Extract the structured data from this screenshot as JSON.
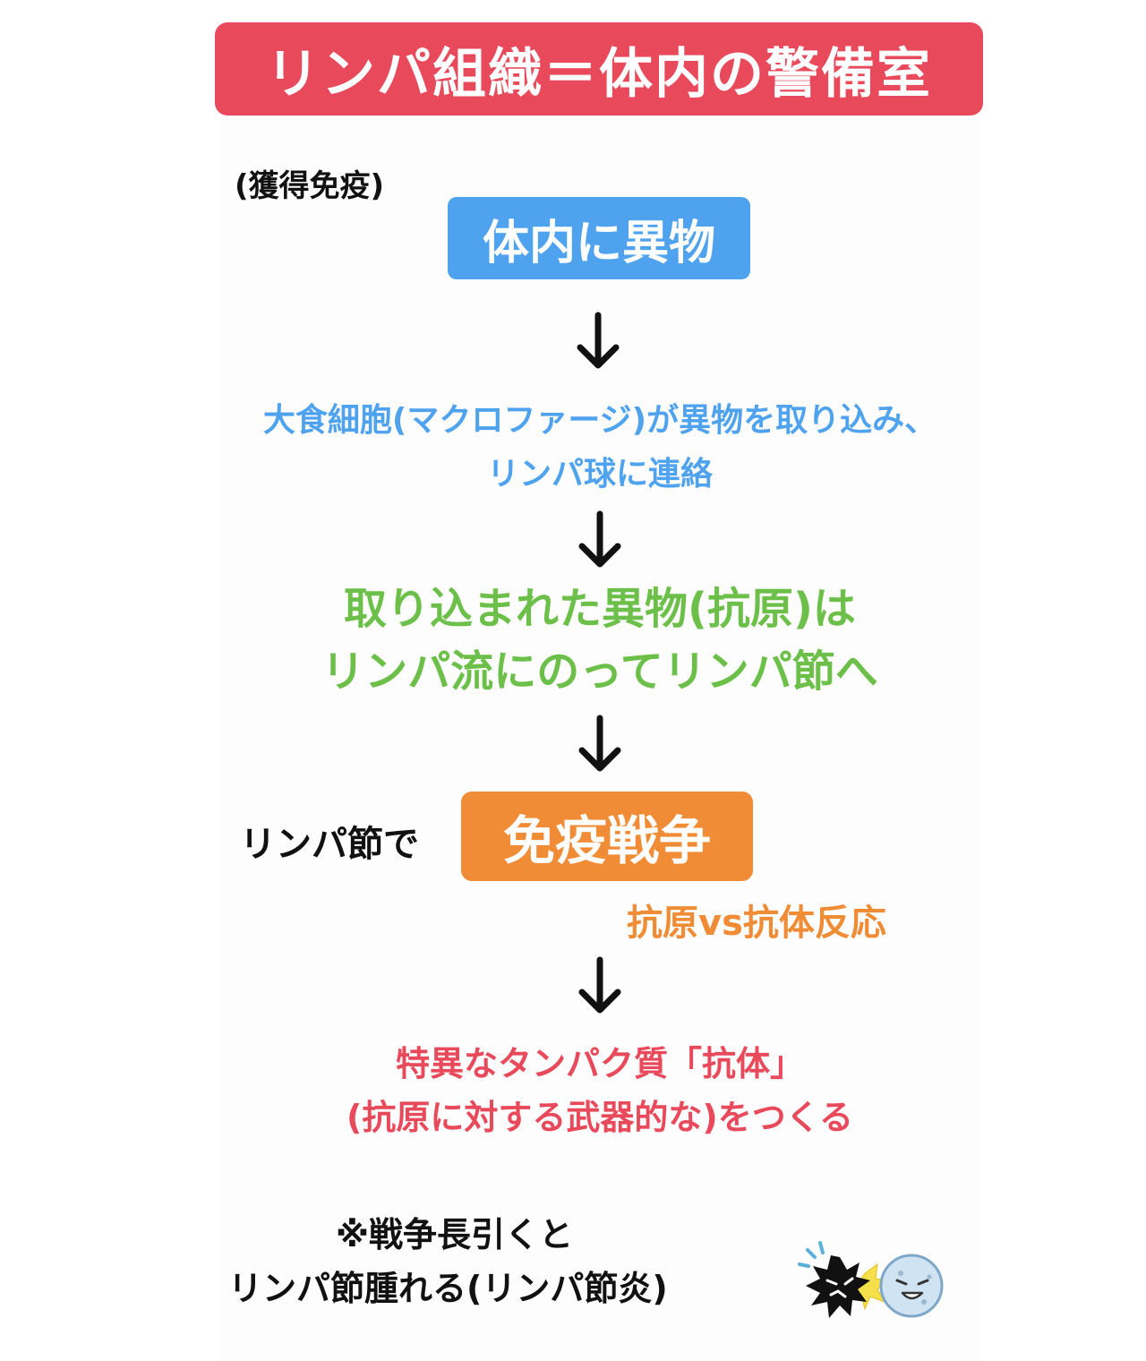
{
  "title": "リンパ組織＝体内の警備室",
  "acquired_label": "(獲得免疫)",
  "foreign_body_box": "体内に異物",
  "step_macrophage": {
    "line1": "大食細胞(マクロファージ)が異物を取り込み、",
    "line2": "リンパ球に連絡"
  },
  "step_antigen": {
    "line1": "取り込まれた異物(抗原)は",
    "line2": "リンパ流にのってリンパ節へ"
  },
  "lymph_node_label": "リンパ節で",
  "immune_war_box": "免疫戦争",
  "antigen_antibody": "抗原vs抗体反応",
  "step_antibody": {
    "line1": "特異なタンパク質「抗体」",
    "line2": "(抗原に対する武器的な)をつくる"
  },
  "note": {
    "line1": "※戦争長引くと",
    "line2": "リンパ節腫れる(リンパ節炎)"
  },
  "colors": {
    "title_bg": "#e84a5b",
    "blue": "#4fa3ee",
    "green": "#6cc04a",
    "orange": "#ef8c35",
    "red": "#e84a5b"
  },
  "icons": [
    "down-arrow-icon",
    "germ-fight-icon"
  ]
}
